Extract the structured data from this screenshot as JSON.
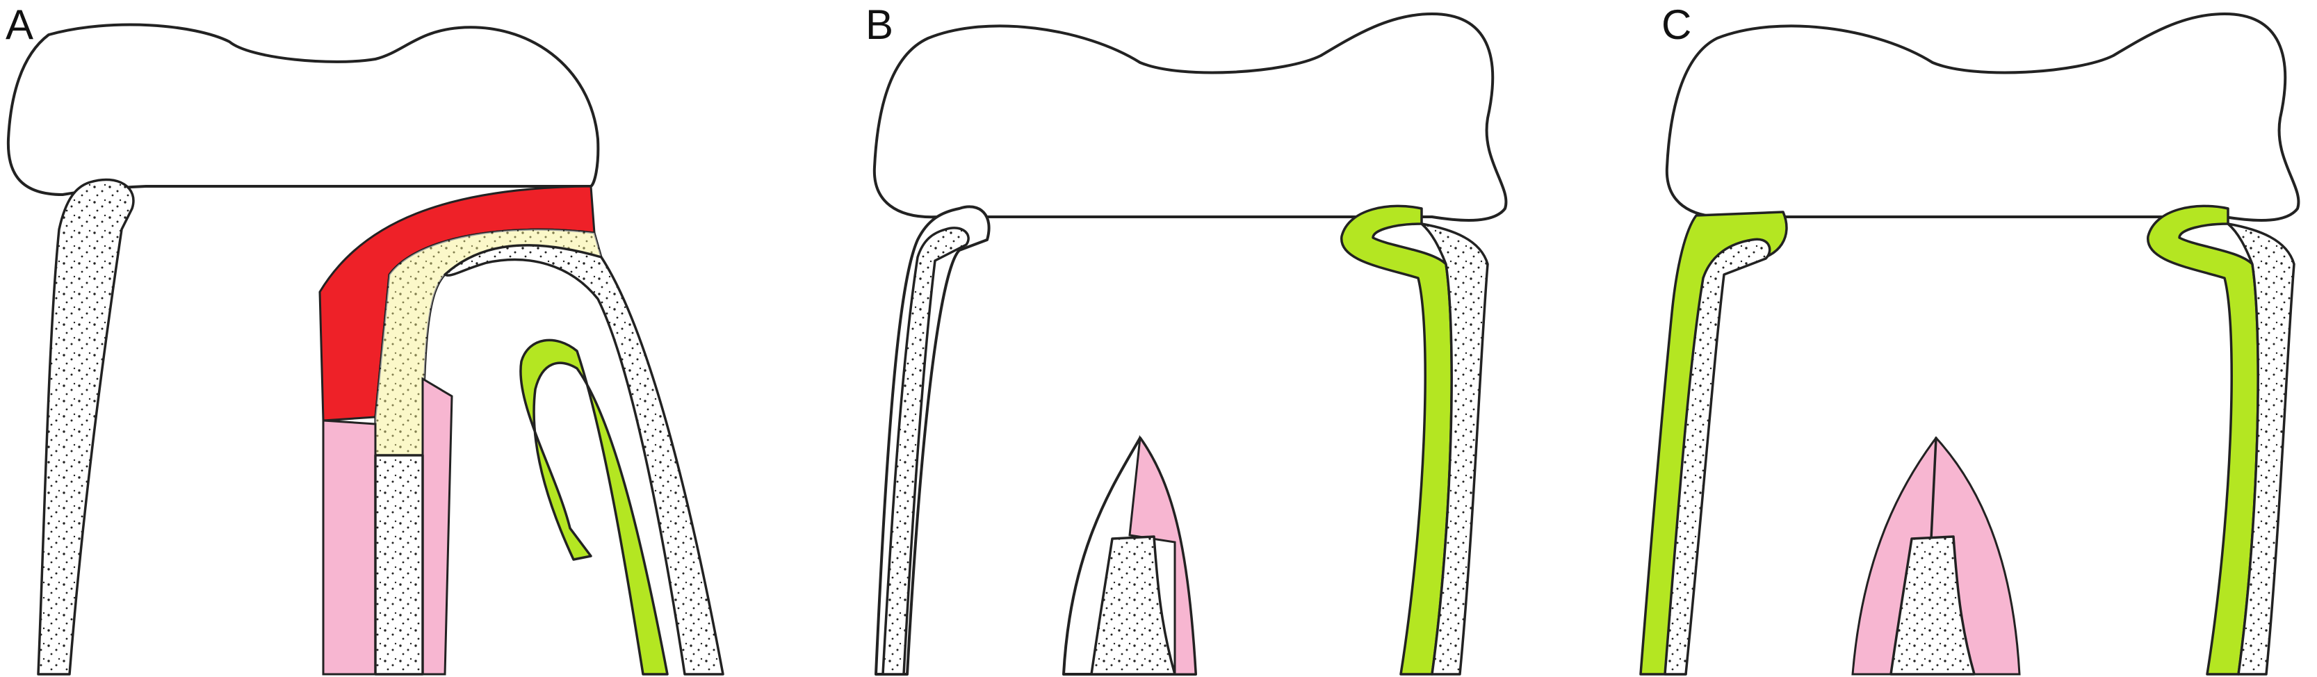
{
  "panels": [
    {
      "label": "A"
    },
    {
      "label": "B"
    },
    {
      "label": "C"
    }
  ],
  "colors": {
    "red_region": "#ee2128",
    "yellow_region": "#f6ef86",
    "pink_region": "#f7b6d1",
    "green_region": "#b4e622",
    "stippled_bone": "#ffffff",
    "outline": "#222222"
  }
}
